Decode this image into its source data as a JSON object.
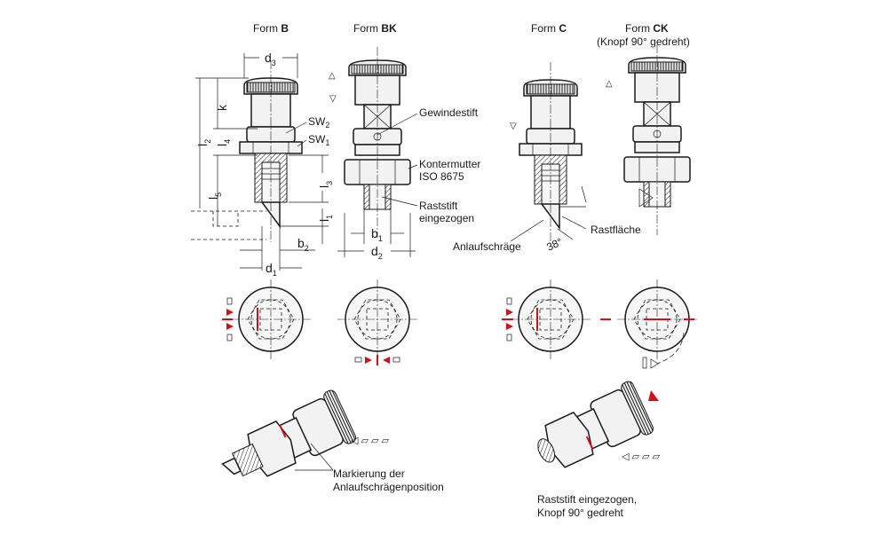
{
  "forms": {
    "b": {
      "prefix": "Form ",
      "name": "B"
    },
    "bk": {
      "prefix": "Form ",
      "name": "BK"
    },
    "c": {
      "prefix": "Form ",
      "name": "C"
    },
    "ck": {
      "prefix": "Form ",
      "name": "CK",
      "note": "(Knopf 90° gedreht)"
    }
  },
  "dimensions": {
    "d3": "d",
    "d3_sub": "3",
    "k": "k",
    "l2": "l",
    "l2_sub": "2",
    "l4": "l",
    "l4_sub": "4",
    "l5": "l",
    "l5_sub": "5",
    "l3": "l",
    "l3_sub": "3",
    "l1": "l",
    "l1_sub": "1",
    "b2": "b",
    "b2_sub": "2",
    "d1": "d",
    "d1_sub": "1",
    "b1": "b",
    "b1_sub": "1",
    "d2": "d",
    "d2_sub": "2",
    "sw2": "SW",
    "sw2_sub": "2",
    "sw1": "SW",
    "sw1_sub": "1",
    "angle": "38°"
  },
  "callouts": {
    "gewindestift": "Gewindestift",
    "kontermutter_1": "Kontermutter",
    "kontermutter_2": "ISO 8675",
    "raststift_1": "Raststift",
    "raststift_2": "eingezogen",
    "anlaufschraege": "Anlaufschräge",
    "rastflaeche": "Rastfläche",
    "markierung_1": "Markierung der",
    "markierung_2": "Anlaufschrägenposition",
    "retracted_1": "Raststift eingezogen,",
    "retracted_2": "Knopf 90° gedreht"
  },
  "colors": {
    "marking": "#d0101a",
    "line": "#1a1a1a"
  }
}
